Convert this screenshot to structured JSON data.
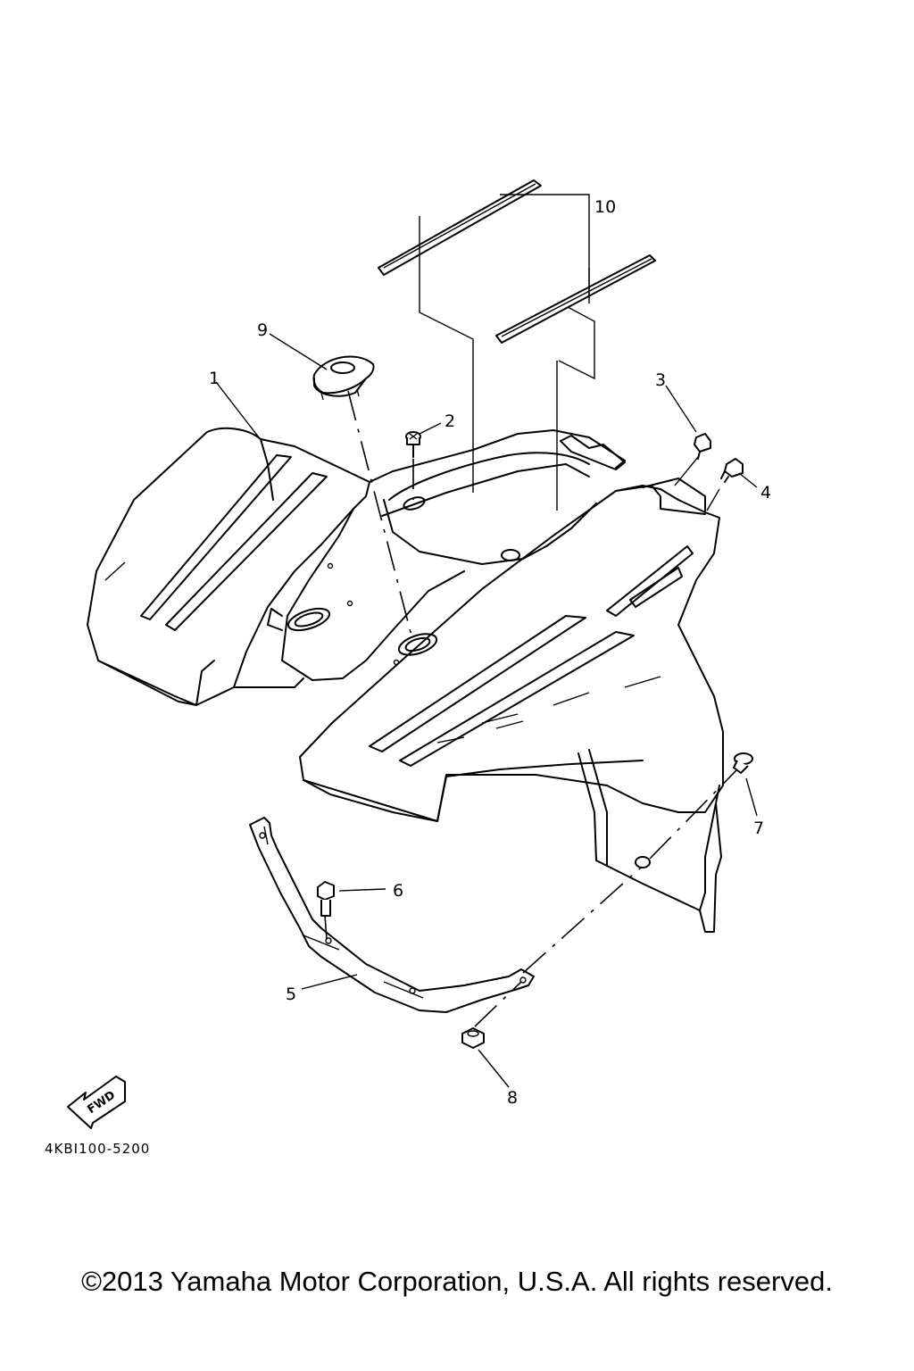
{
  "diagram": {
    "callouts": {
      "c1": "1",
      "c2": "2",
      "c3": "3",
      "c4": "4",
      "c5": "5",
      "c6": "6",
      "c7": "7",
      "c8": "8",
      "c9": "9",
      "c10": "10"
    },
    "fwd_label": "FWD",
    "drawing_code": "4KBI100-5200"
  },
  "footer": {
    "copyright": "©2013 Yamaha Motor Corporation, U.S.A. All rights reserved."
  }
}
